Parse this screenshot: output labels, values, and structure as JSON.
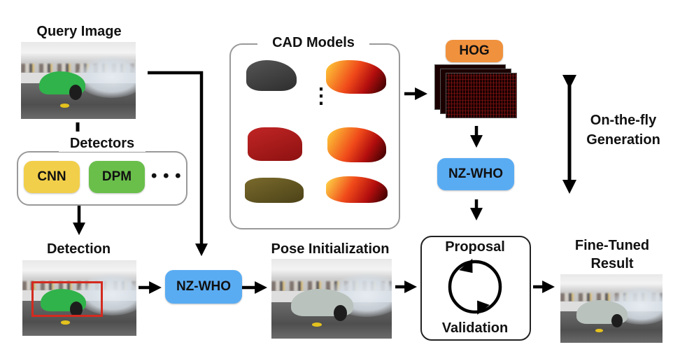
{
  "labels": {
    "query_image": "Query Image",
    "detectors": "Detectors",
    "detection": "Detection",
    "cad_models": "CAD Models",
    "hog": "HOG",
    "on_the_fly_line1": "On-the-fly",
    "on_the_fly_line2": "Generation",
    "pose_initialization": "Pose Initialization",
    "proposal": "Proposal",
    "validation": "Validation",
    "fine_tuned_line1": "Fine-Tuned",
    "fine_tuned_line2": "Result"
  },
  "detector_items": [
    {
      "label": "CNN",
      "color": "#f2cf4a"
    },
    {
      "label": "DPM",
      "color": "#6abf4b"
    }
  ],
  "detector_more": "• • •",
  "nzwho": {
    "label": "NZ-WHO",
    "color": "#5aacf2"
  },
  "hog_color": "#f0913d",
  "cad_model_rows": [
    {
      "car_color": "#3d3d3d",
      "name": "dark-sedan"
    },
    {
      "car_color": "#9a1717",
      "name": "red-suv"
    },
    {
      "car_color": "#5b5122",
      "name": "olive-coupe"
    }
  ],
  "cad_ellipsis": "⋮",
  "detection_box_color": "#d42a1f",
  "query_car_color": "#2fb34a",
  "result_car_color": "#b9c2bd"
}
